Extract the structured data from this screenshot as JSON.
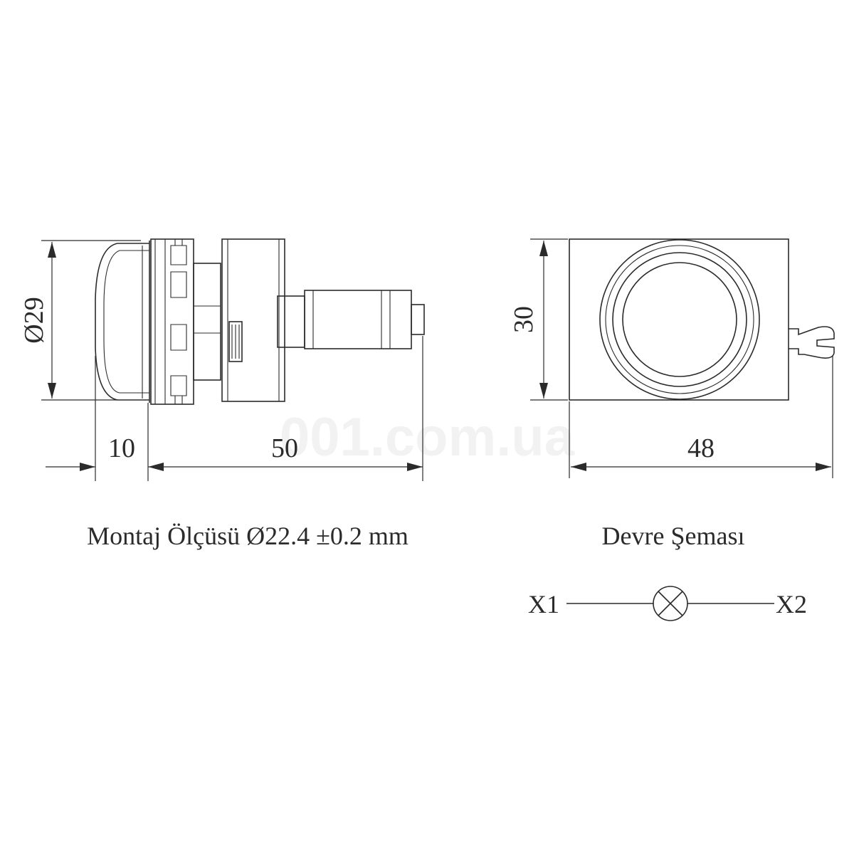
{
  "watermark": "001.com.ua",
  "side_view": {
    "diameter_label": "Ø29",
    "dim_front": "10",
    "dim_body": "50"
  },
  "front_view": {
    "height_label": "30",
    "width_label": "48"
  },
  "captions": {
    "mounting": "Montaj Ölçüsü Ø22.4 ±0.2 mm",
    "circuit": "Devre Şeması"
  },
  "circuit": {
    "terminal_left": "X1",
    "terminal_right": "X2",
    "symbol": "lamp-icon"
  }
}
